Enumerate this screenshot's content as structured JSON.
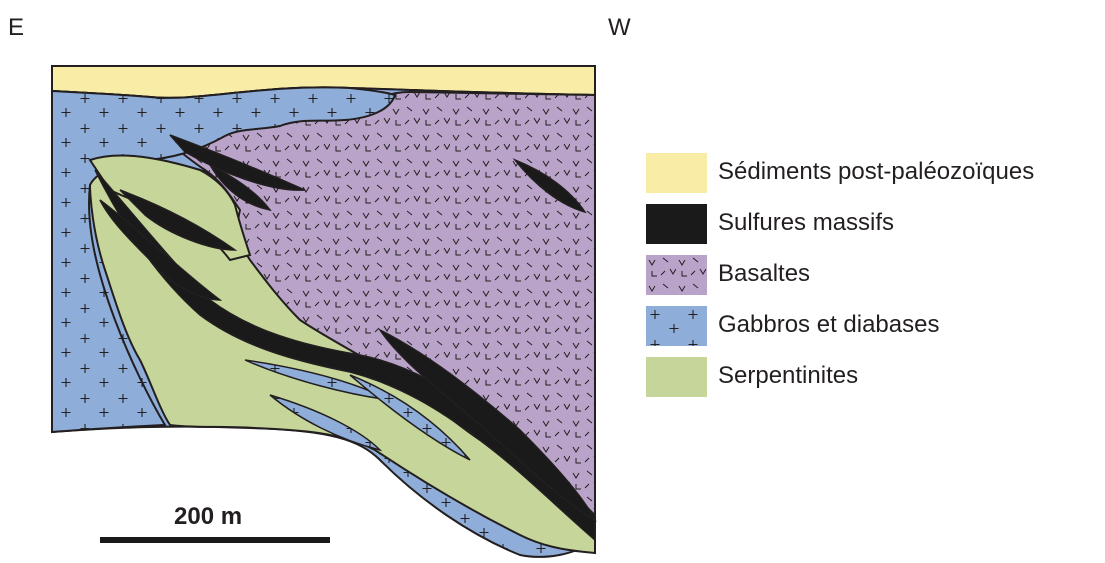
{
  "orientation": {
    "left": "E",
    "right": "W"
  },
  "legend": [
    {
      "label": "Sédiments post-paléozoïques",
      "color": "#f8eca6",
      "pattern": "none"
    },
    {
      "label": "Sulfures massifs",
      "color": "#1a1a1a",
      "pattern": "none"
    },
    {
      "label": "Basaltes",
      "color": "#b9a3c9",
      "pattern": "v-ticks"
    },
    {
      "label": "Gabbros et diabases",
      "color": "#8eadd9",
      "pattern": "crosses"
    },
    {
      "label": "Serpentinites",
      "color": "#c6d69a",
      "pattern": "none"
    }
  ],
  "scale_bar": {
    "label": "200 m"
  }
}
